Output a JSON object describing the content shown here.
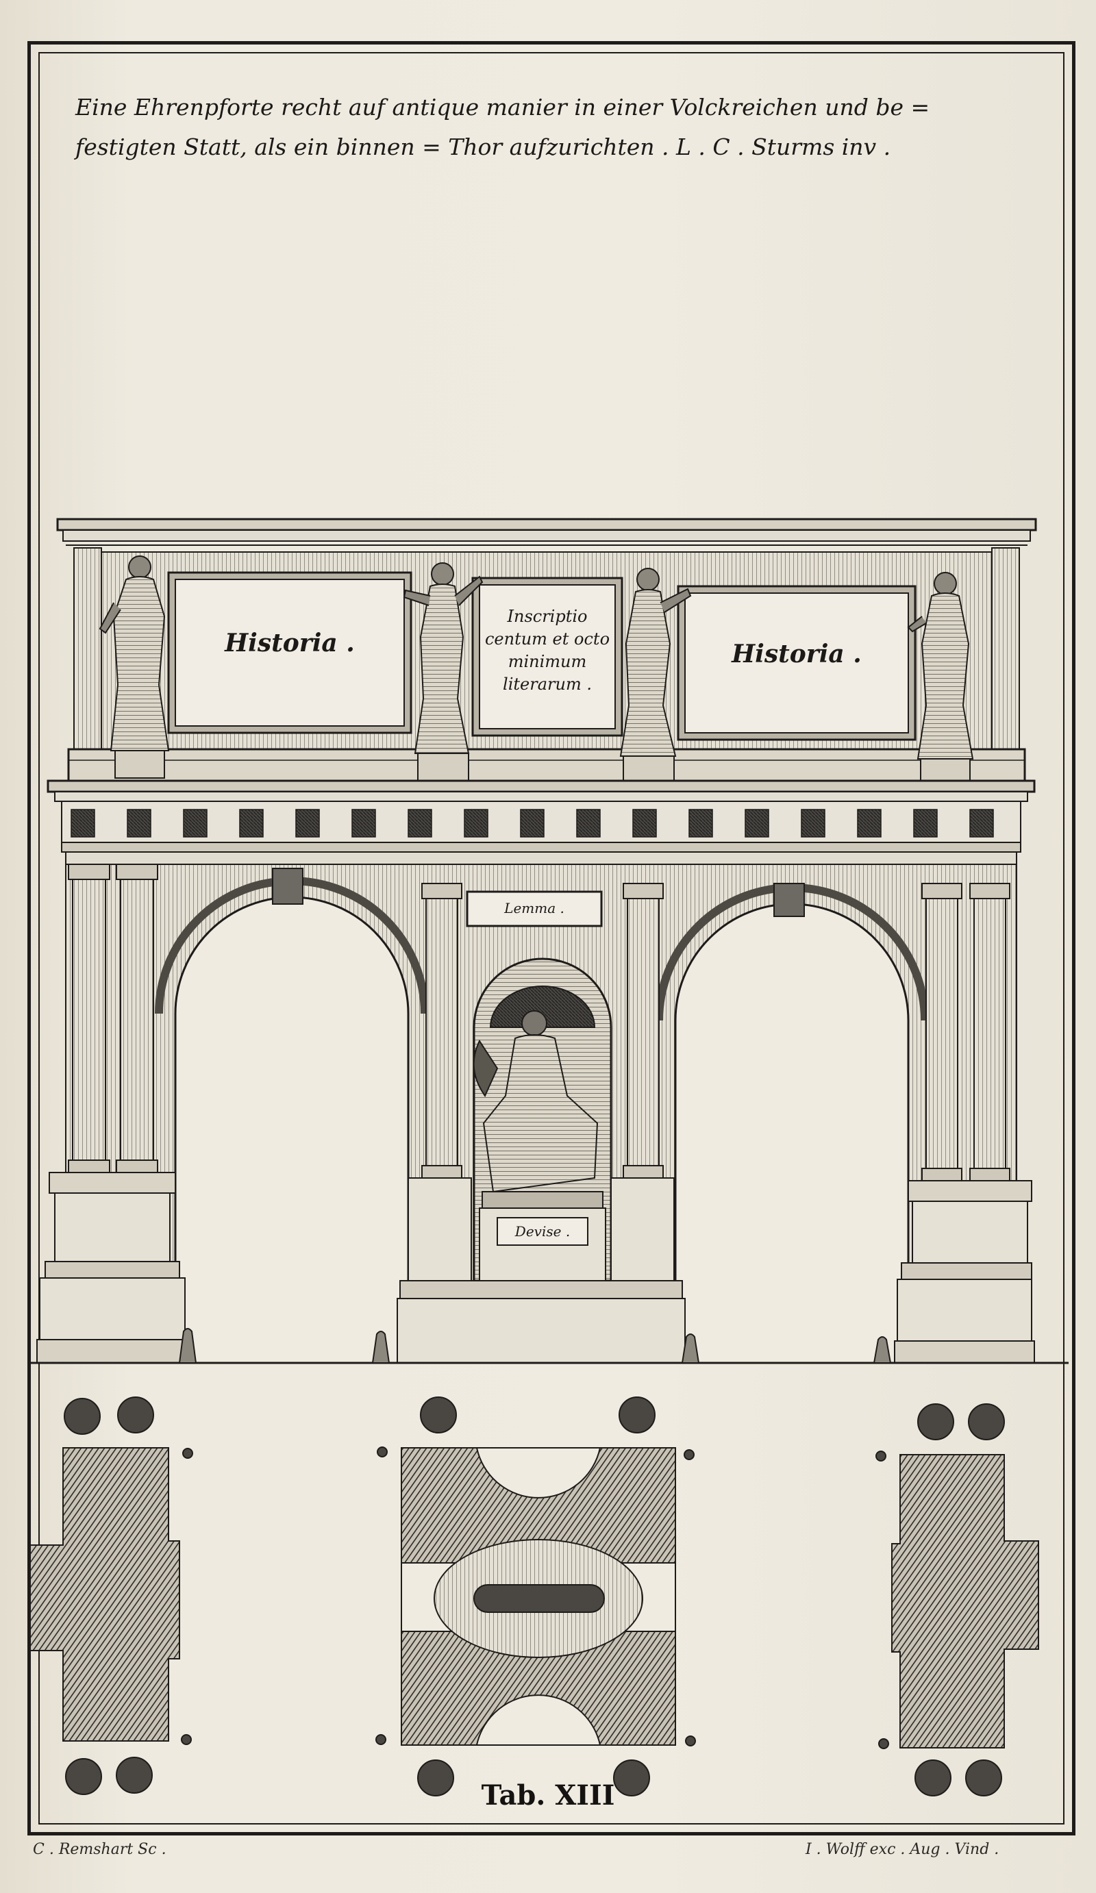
{
  "plate": {
    "title_line1": "Eine Ehrenpforte recht auf antique manier in einer Volckreichen und be =",
    "title_line2": "festigten Statt, als ein binnen = Thor aufzurichten . L . C . Sturms inv .",
    "panel_left": "Historia .",
    "panel_right": "Historia .",
    "inscription_lines": [
      "Inscriptio",
      "centum et octo",
      "minimum",
      "literarum ."
    ],
    "lemma": "Lemma .",
    "devise": "Devise .",
    "plate_number": "Tab. XIII",
    "engraver_credit": "C . Remshart Sc .",
    "publisher_credit": "I . Wolff exc . Aug . Vind ."
  },
  "colors": {
    "paper": "#ebe6da",
    "ink": "#1d1c1a"
  }
}
